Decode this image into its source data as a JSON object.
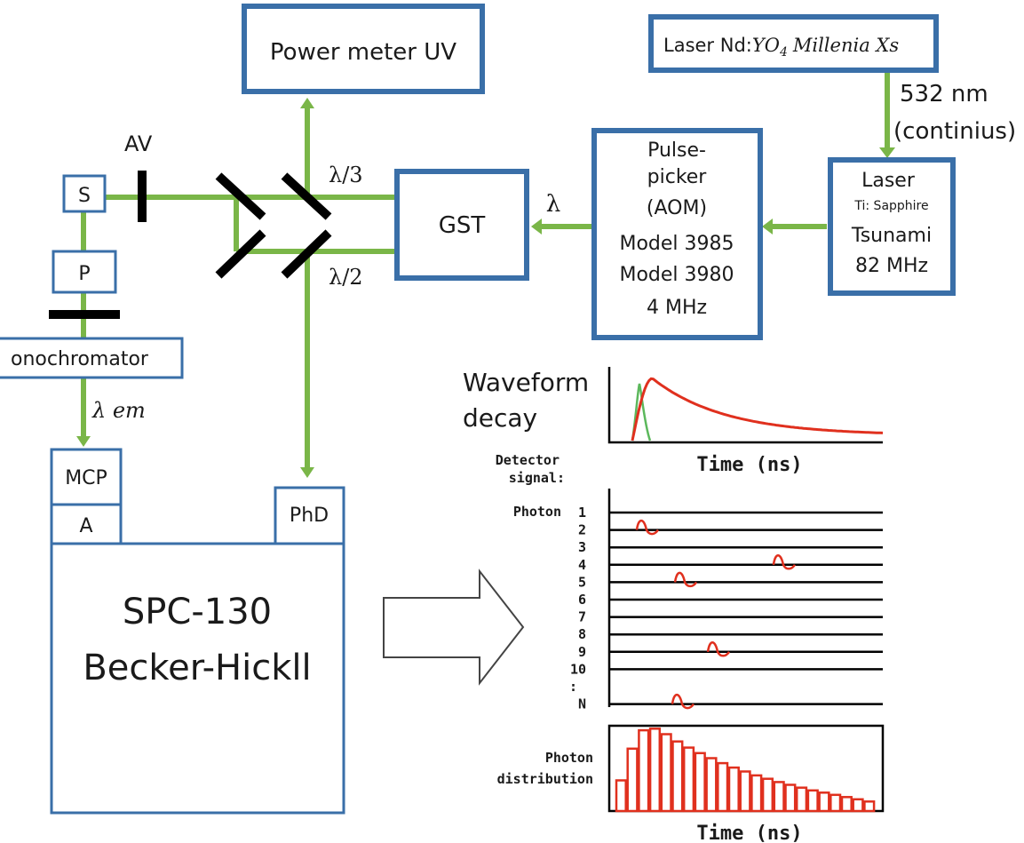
{
  "colors": {
    "box_stroke": "#3a6fa8",
    "beam": "#7ab648",
    "decay_curve": "#e0301e",
    "excitation_pulse": "#5cb85c"
  },
  "boxes": {
    "power_meter": "Power meter UV",
    "laser_nd": "Laser Nd:",
    "laser_nd_formula": "YO",
    "laser_nd_sub": "4",
    "laser_nd_model": "Millenia Xs",
    "ti_laser_line1": "Laser",
    "ti_laser_line2": "Ti: Sapphire",
    "ti_laser_line3": "Tsunami",
    "ti_laser_line4": "82 MHz",
    "pulse_picker": [
      "Pulse-",
      "picker",
      "(AOM)",
      "Model 3985",
      "Model 3980",
      "4 MHz"
    ],
    "gst": "GST",
    "s": "S",
    "p": "P",
    "monochromator": "onochromator",
    "mcp": "MCP",
    "a": "A",
    "phd": "PhD",
    "spc_line1": "SPC-130",
    "spc_line2": "Becker-Hickll"
  },
  "beam_labels": {
    "wavelength_532": "532 nm",
    "continuous": "(continius)",
    "lambda": "λ",
    "lambda_third": "λ/3",
    "lambda_half": "λ/2",
    "lambda_em": "λ em",
    "av": "AV"
  },
  "panels": {
    "waveform_label_1": "Waveform",
    "waveform_label_2": "decay",
    "waveform_axis": "Time (ns)",
    "detector_label_1": "Detector",
    "detector_label_2": "signal:",
    "photon_label": "Photon",
    "photon_rows": [
      "1",
      "2",
      "3",
      "4",
      "5",
      "6",
      "7",
      "8",
      "9",
      "10",
      ":",
      "N"
    ],
    "distribution_label_1": "Photon",
    "distribution_label_2": "distribution",
    "distribution_axis": "Time (ns)"
  },
  "detector_pulses": [
    {
      "row": 2,
      "t": 0.12
    },
    {
      "row": 4,
      "t": 0.62
    },
    {
      "row": 5,
      "t": 0.26
    },
    {
      "row": 9,
      "t": 0.38
    },
    {
      "row": 12,
      "t": 0.25
    }
  ],
  "histogram": [
    0.55,
    1.12,
    1.45,
    1.48,
    1.38,
    1.25,
    1.14,
    1.04,
    0.95,
    0.86,
    0.78,
    0.71,
    0.64,
    0.58,
    0.52,
    0.47,
    0.42,
    0.37,
    0.33,
    0.29,
    0.25,
    0.21,
    0.17
  ]
}
